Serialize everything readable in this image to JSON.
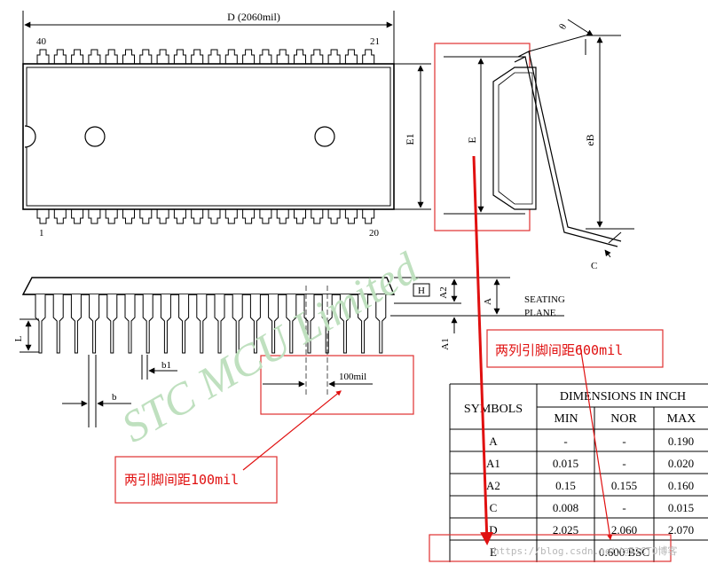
{
  "dip_top_view": {
    "dimension_D": "D (2060mil)",
    "pin_label_top_left": "40",
    "pin_label_top_right": "21",
    "pin_label_bottom_left": "1",
    "pin_label_bottom_right": "20",
    "dimension_E1": "E1"
  },
  "end_view": {
    "dimension_E": "E",
    "dimension_eB": "eB",
    "dimension_C": "C",
    "angle_label": "θ"
  },
  "side_view": {
    "label_H": "H",
    "label_A2": "A2",
    "label_A": "A",
    "label_A1": "A1",
    "label_L": "L",
    "label_b1": "b1",
    "label_b": "b",
    "label_100mil": "100mil",
    "seating_plane_line1": "SEATING",
    "seating_plane_line2": "PLANE"
  },
  "annotations": {
    "row_spacing": "两列引脚间距600mil",
    "pin_spacing": "两引脚间距100mil"
  },
  "watermark": {
    "text": "STC   MCU   Limited",
    "csdn": "https://blog.csdn.net/@51CTO博客"
  },
  "dimensions_table": {
    "symbols_header": "SYMBOLS",
    "group_header": "DIMENSIONS IN INCH",
    "col_headers": [
      "MIN",
      "NOR",
      "MAX"
    ],
    "rows": [
      {
        "symbol": "A",
        "min": "-",
        "nor": "-",
        "max": "0.190"
      },
      {
        "symbol": "A1",
        "min": "0.015",
        "nor": "-",
        "max": "0.020"
      },
      {
        "symbol": "A2",
        "min": "0.15",
        "nor": "0.155",
        "max": "0.160"
      },
      {
        "symbol": "C",
        "min": "0.008",
        "nor": "-",
        "max": "0.015"
      },
      {
        "symbol": "D",
        "min": "2.025",
        "nor": "2.060",
        "max": "2.070"
      },
      {
        "symbol": "E",
        "min": "",
        "nor": "0.600 BSC",
        "max": ""
      }
    ]
  },
  "colors": {
    "line": "#000000",
    "highlight": "#e03030",
    "arrow": "#e01010",
    "watermark": "#bfe0bf"
  }
}
